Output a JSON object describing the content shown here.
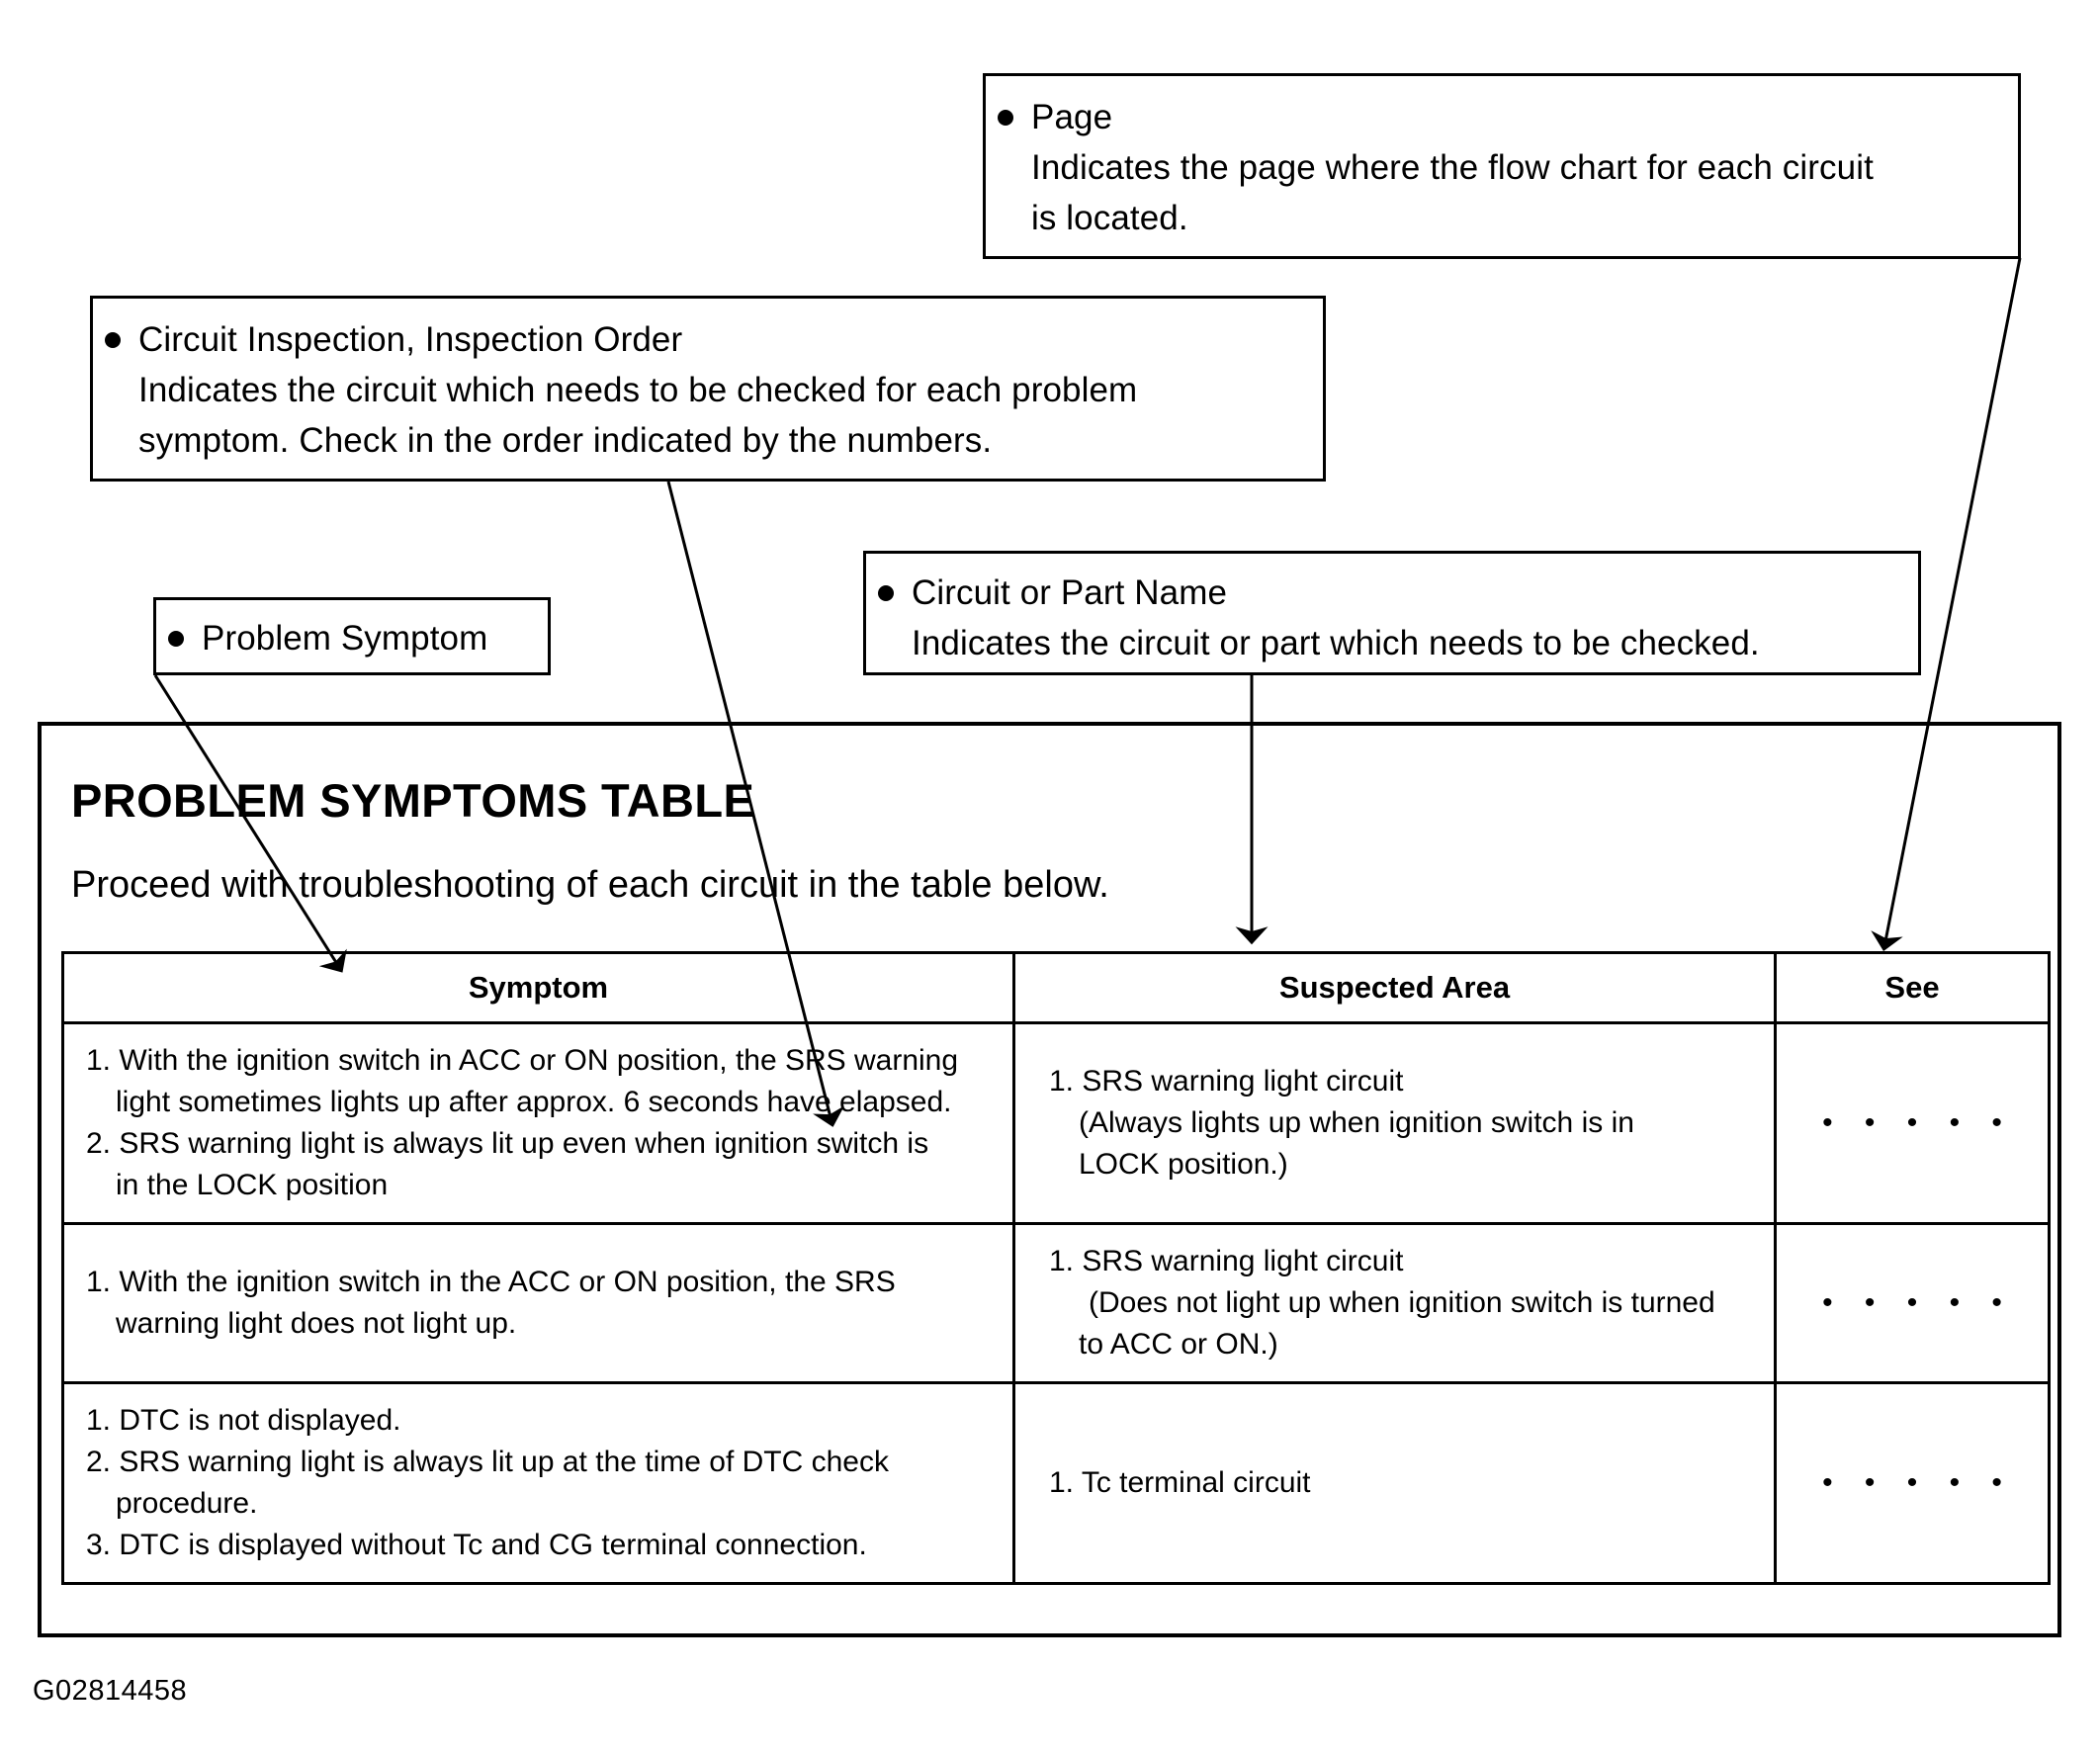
{
  "figure_id": "G02814458",
  "callouts": [
    {
      "key": "page",
      "title": "Page",
      "lines": [
        "Indicates the page where the flow chart for each circuit",
        "is located."
      ]
    },
    {
      "key": "circuit_inspection",
      "title": "Circuit Inspection, Inspection Order",
      "lines": [
        "Indicates the circuit which needs to be checked for each problem",
        "symptom. Check in the order indicated by the numbers."
      ]
    },
    {
      "key": "problem_symptom",
      "title": "Problem Symptom",
      "lines": []
    },
    {
      "key": "circuit_part_name",
      "title": "Circuit or Part Name",
      "lines": [
        "Indicates the circuit or part which needs to be checked."
      ]
    }
  ],
  "main": {
    "title": "PROBLEM SYMPTOMS TABLE",
    "intro": "Proceed with troubleshooting of each circuit in the table below."
  },
  "table": {
    "headers": {
      "symptom": "Symptom",
      "suspected_area": "Suspected Area",
      "see": "See"
    },
    "rows": [
      {
        "symptom_lines": [
          {
            "text": "1. With the ignition switch in  ACC or ON position, the SRS warning",
            "indent": 0
          },
          {
            "text": "light sometimes lights up after approx. 6 seconds have elapsed.",
            "indent": 1
          },
          {
            "text": "2. SRS warning light is always lit up even when ignition switch is",
            "indent": 0
          },
          {
            "text": "in the LOCK position",
            "indent": 1
          }
        ],
        "suspected_lines": [
          {
            "text": "1. SRS warning light circuit",
            "indent": 0
          },
          {
            "text": "(Always lights up when ignition switch is in",
            "indent": 1
          },
          {
            "text": "LOCK position.)",
            "indent": 1
          }
        ],
        "see": "• • • • •"
      },
      {
        "symptom_lines": [
          {
            "text": "1. With the ignition switch in the ACC or ON position, the SRS",
            "indent": 0
          },
          {
            "text": "warning light does not light up.",
            "indent": 1
          }
        ],
        "suspected_lines": [
          {
            "text": "1. SRS warning light circuit",
            "indent": 0
          },
          {
            "text": "(Does not light up when ignition switch is turned",
            "indent": 2
          },
          {
            "text": "to ACC or ON.)",
            "indent": 1
          }
        ],
        "see": "• • • • •"
      },
      {
        "symptom_lines": [
          {
            "text": "1. DTC is not displayed.",
            "indent": 0
          },
          {
            "text": "2. SRS warning light is always lit up at the time of DTC check",
            "indent": 0
          },
          {
            "text": "procedure.",
            "indent": 1
          },
          {
            "text": "3. DTC is displayed without Tc and CG terminal connection.",
            "indent": 0
          }
        ],
        "suspected_lines": [
          {
            "text": "1. Tc terminal circuit",
            "indent": 0
          }
        ],
        "see": "• • • • •"
      }
    ]
  }
}
